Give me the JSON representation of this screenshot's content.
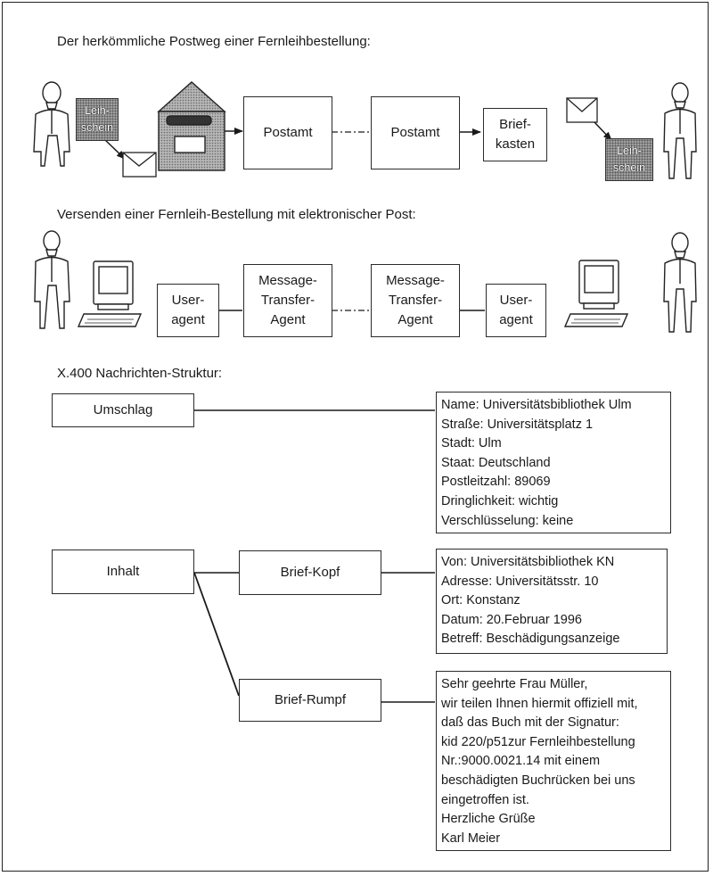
{
  "sections": {
    "postal": {
      "heading": "Der herkömmliche Postweg einer Fernleihbestellung:",
      "slip_sender": "Leih-\nschein",
      "post_office_1": "Postamt",
      "post_office_2": "Postamt",
      "letterbox": "Brief-\nkasten",
      "slip_receiver": "Leih-\nschein"
    },
    "email": {
      "heading": "Versenden einer Fernleih-Bestellung mit elektronischer Post:",
      "user_agent_1": "User-\nagent",
      "mta_1": "Message-\nTransfer-\nAgent",
      "mta_2": "Message-\nTransfer-\nAgent",
      "user_agent_2": "User-\nagent"
    },
    "x400": {
      "heading": "X.400 Nachrichten-Struktur:",
      "envelope": "Umschlag",
      "content": "Inhalt",
      "header": "Brief-Kopf",
      "body": "Brief-Rumpf",
      "envelope_fields": [
        "Name: Universitätsbibliothek Ulm",
        "Straße: Universitätsplatz 1",
        "Stadt: Ulm",
        "Staat: Deutschland",
        "Postleitzahl: 89069",
        "Dringlichkeit: wichtig",
        "Verschlüsselung: keine"
      ],
      "header_fields": [
        "Von: Universitätsbibliothek KN",
        "Adresse: Universitätsstr. 10",
        "Ort: Konstanz",
        "Datum: 20.Februar 1996",
        "Betreff: Beschädigungsanzeige"
      ],
      "body_lines": [
        "Sehr geehrte Frau Müller,",
        "wir teilen Ihnen hiermit offiziell mit,",
        "daß das Buch mit der Signatur:",
        "kid 220/p51zur Fernleihbestellung",
        "Nr.:9000.0021.14 mit einem",
        "beschädigten Buchrücken bei uns",
        "eingetroffen ist.",
        "Herzliche Grüße",
        "Karl Meier"
      ]
    }
  },
  "icons": [
    "person-icon",
    "envelope-icon",
    "mailbox-house-icon",
    "computer-icon"
  ],
  "colors": {
    "ink": "#1a1a1a",
    "slip_fill": "#9d9d9d",
    "mailbox_fill": "#a8a8a8"
  }
}
